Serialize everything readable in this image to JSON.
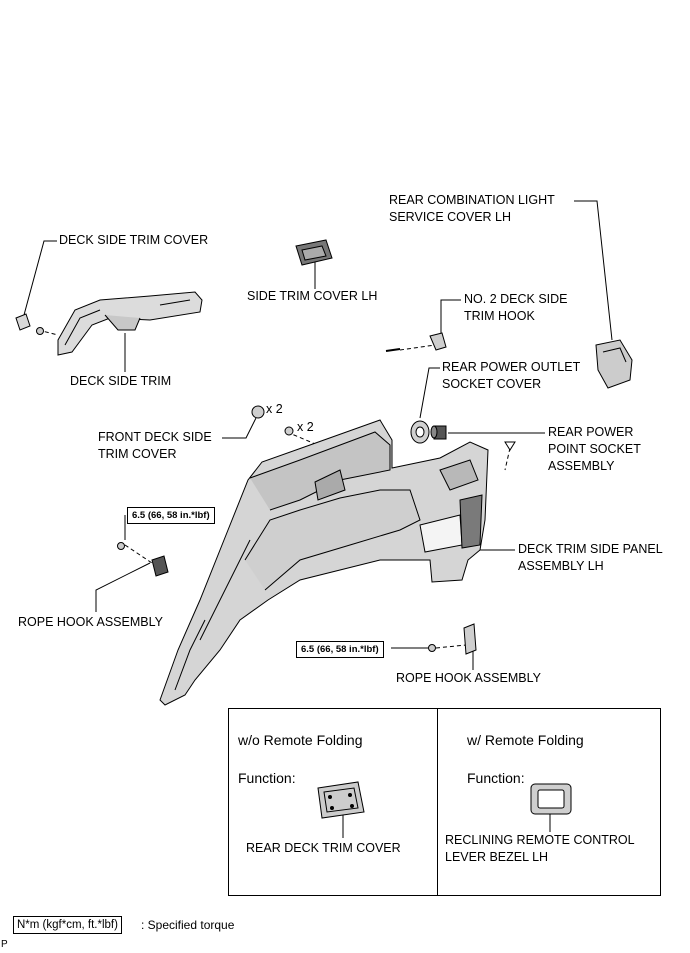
{
  "labels": {
    "deck_side_trim_cover": "DECK SIDE TRIM COVER",
    "side_trim_cover_lh": "SIDE TRIM COVER LH",
    "rear_combination_light_service_cover_lh": [
      "REAR COMBINATION LIGHT",
      "SERVICE COVER LH"
    ],
    "no2_deck_side_trim_hook": [
      "NO. 2 DECK SIDE",
      "TRIM HOOK"
    ],
    "deck_side_trim": "DECK SIDE TRIM",
    "rear_power_outlet_socket_cover": [
      "REAR POWER OUTLET",
      "SOCKET COVER"
    ],
    "front_deck_side_trim_cover": [
      "FRONT DECK SIDE",
      "TRIM COVER"
    ],
    "rear_power_point_socket_assembly": [
      "REAR POWER",
      "POINT SOCKET",
      "ASSEMBLY"
    ],
    "deck_trim_side_panel_assembly_lh": [
      "DECK TRIM SIDE PANEL",
      "ASSEMBLY LH"
    ],
    "rope_hook_assembly_left": "ROPE HOOK ASSEMBLY",
    "rope_hook_assembly_right": "ROPE HOOK ASSEMBLY"
  },
  "quantities": {
    "clip_a": "x 2",
    "clip_b": "x 2"
  },
  "torque": {
    "left": "6.5 (66, 58 in.*lbf)",
    "right": "6.5 (66, 58 in.*lbf)"
  },
  "inset": {
    "left_title": [
      "w/o Remote Folding",
      "Function:"
    ],
    "left_part": "REAR DECK TRIM COVER",
    "right_title": [
      "w/ Remote Folding",
      "Function:"
    ],
    "right_part": [
      "RECLINING REMOTE CONTROL",
      "LEVER BEZEL LH"
    ]
  },
  "legend": {
    "box": "N*m (kgf*cm, ft.*lbf)",
    "text": ": Specified torque"
  },
  "corner_mark": "P"
}
